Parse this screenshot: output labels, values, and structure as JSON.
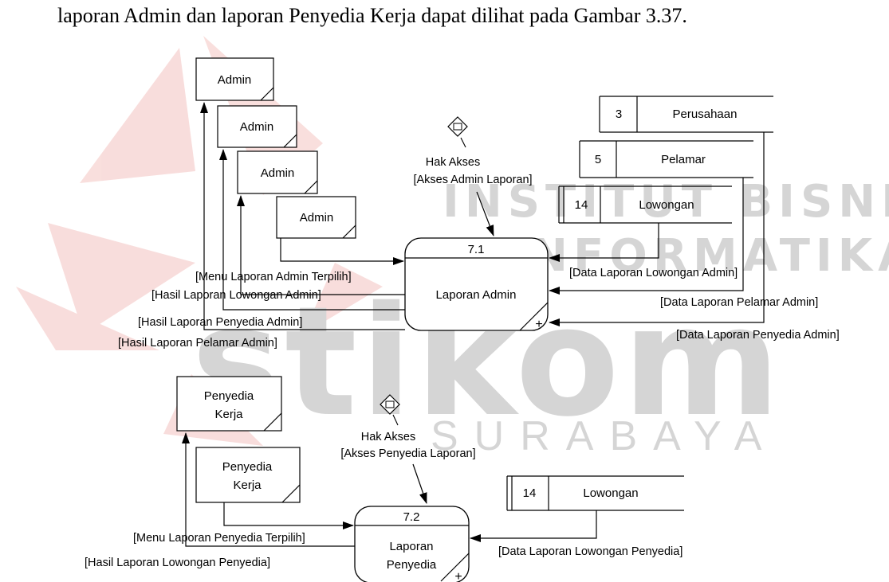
{
  "header": {
    "text": "laporan Admin dan laporan Penyedia Kerja dapat dilihat pada Gambar 3.37."
  },
  "watermark": {
    "line1": "INSTITUT BISNIS",
    "line2": "& INFORMATIKA",
    "main": "stikom",
    "city": "SURABAYA",
    "logo_color": "#d9352b"
  },
  "diagram1": {
    "entities": [
      "Admin",
      "Admin",
      "Admin",
      "Admin"
    ],
    "stores": [
      {
        "id": "3",
        "name": "Perusahaan"
      },
      {
        "id": "5",
        "name": "Pelamar"
      },
      {
        "id": "14",
        "name": "Lowongan"
      }
    ],
    "process": {
      "number": "7.1",
      "name": "Laporan Admin",
      "plus": "+"
    },
    "access": {
      "label1": "Hak Akses",
      "label2": "[Akses Admin Laporan]"
    },
    "flows": {
      "menu": "[Menu Laporan Admin Terpilih]",
      "hasil_lowongan": "[Hasil Laporan Lowongan Admin]",
      "hasil_penyedia": "[Hasil Laporan Penyedia Admin]",
      "hasil_pelamar": "[Hasil Laporan Pelamar Admin]",
      "data_lowongan": "[Data Laporan Lowongan Admin]",
      "data_pelamar": "[Data Laporan Pelamar Admin]",
      "data_penyedia": "[Data Laporan Penyedia Admin]"
    }
  },
  "diagram2": {
    "entities": [
      {
        "line1": "Penyedia",
        "line2": "Kerja"
      },
      {
        "line1": "Penyedia",
        "line2": "Kerja"
      }
    ],
    "store": {
      "id": "14",
      "name": "Lowongan"
    },
    "process": {
      "number": "7.2",
      "name1": "Laporan",
      "name2": "Penyedia",
      "plus": "+"
    },
    "access": {
      "label1": "Hak Akses",
      "label2": "[Akses Penyedia Laporan]"
    },
    "flows": {
      "menu": "[Menu Laporan Penyedia Terpilih]",
      "hasil_lowongan": "[Hasil Laporan Lowongan Penyedia]",
      "data_lowongan": "[Data Laporan Lowongan Penyedia]"
    }
  }
}
